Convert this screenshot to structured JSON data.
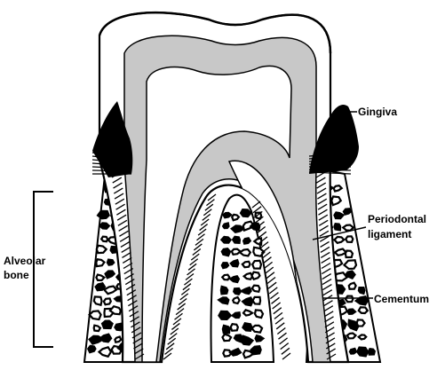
{
  "labels": {
    "gingiva": "Gingiva",
    "periodontal_1": "Periodontal",
    "periodontal_2": "ligament",
    "cementum": "Cementum",
    "alveolar_1": "Alveolar",
    "alveolar_2": "bone"
  },
  "colors": {
    "ink": "#000000",
    "dentin": "#c8c8c8",
    "enamel": "#ffffff",
    "pulp": "#ffffff",
    "background": "#ffffff"
  }
}
